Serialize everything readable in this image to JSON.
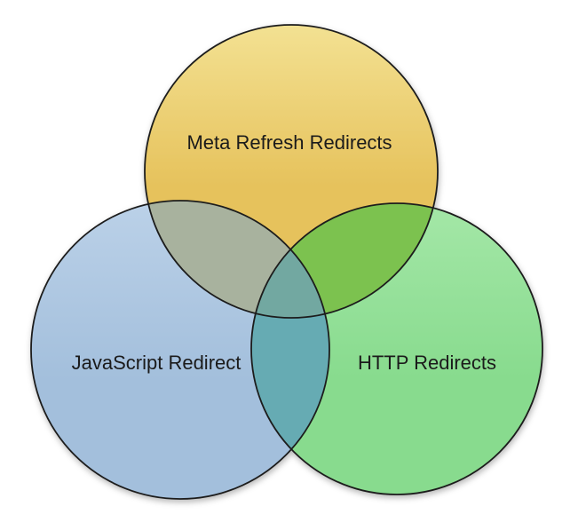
{
  "page": {
    "background": "#ffffff",
    "text_color": "#1b1b1b"
  },
  "diagram": {
    "type": "venn-3",
    "stroke_color": "#1f1f1f",
    "sets": [
      {
        "id": "meta-refresh-redirects",
        "label": "Meta Refresh Redirects",
        "fill": "#E6C25C",
        "fill_light": "#F3E192"
      },
      {
        "id": "javascript-redirect",
        "label": "JavaScript Redirect",
        "fill": "#A3BFDC",
        "fill_light": "#BBD1E8"
      },
      {
        "id": "http-redirects",
        "label": "HTTP Redirects",
        "fill": "#88DB8E",
        "fill_light": "#A4E7A7"
      }
    ],
    "overlaps": {
      "meta_javascript": "#A8B29E",
      "meta_http": "#7BC24F",
      "javascript_http": "#66ABB3",
      "all_three": "#72A8A1"
    }
  }
}
